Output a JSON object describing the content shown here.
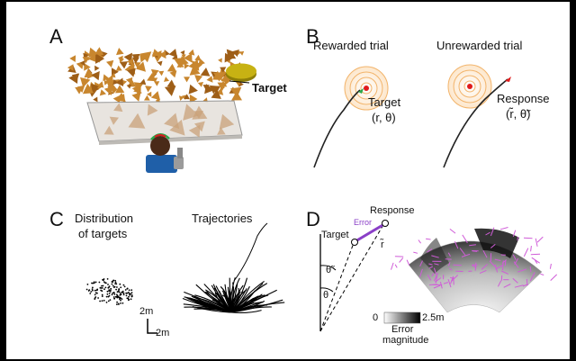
{
  "panels": {
    "A": {
      "letter": "A",
      "target_label": "Target",
      "colors": {
        "triangles": "#c8862e",
        "target_disk": "#c7b213",
        "ground": "#d9d4cc",
        "subject_shirt": "#1f5fa8"
      }
    },
    "B": {
      "letter": "B",
      "rewarded_title": "Rewarded trial",
      "unrewarded_title": "Unrewarded trial",
      "target_label": "Target",
      "target_coords": "(r, θ)",
      "response_label": "Response",
      "response_coords": "(r̃, θ̃)",
      "colors": {
        "rings": "#f2b46b",
        "center": "#e01b1b",
        "agent": "#2aa84a"
      }
    },
    "C": {
      "letter": "C",
      "distribution_title_1": "Distribution",
      "distribution_title_2": "of targets",
      "trajectories_title": "Trajectories",
      "scale_y": "2m",
      "scale_x": "2m"
    },
    "D": {
      "letter": "D",
      "response_label": "Response",
      "target_label": "Target",
      "error_label": "Error",
      "theta_tilde": "θ̃",
      "theta": "θ",
      "r_tilde": "r̃",
      "colorbar_min": "0",
      "colorbar_max": "2.5m",
      "colorbar_label_1": "Error",
      "colorbar_label_2": "magnitude",
      "colors": {
        "error_vector": "#8a3fc7",
        "arrows": "#d05cd8"
      }
    }
  }
}
